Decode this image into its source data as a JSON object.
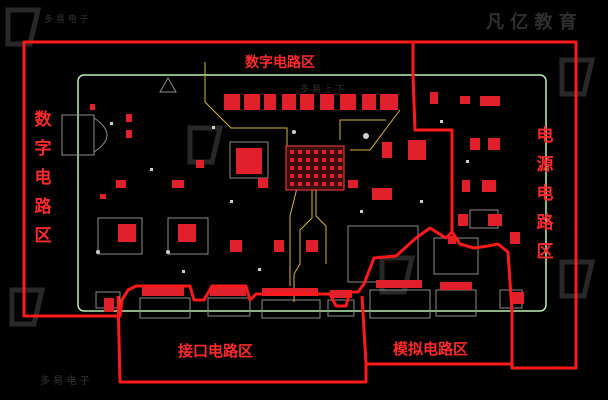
{
  "zones": {
    "digital_top": "数字电路区",
    "digital_left": "数字电路区",
    "power": "电源电路区",
    "interface": "接口电路区",
    "analog": "模拟电路区"
  },
  "colors": {
    "background": "#000000",
    "board_outline": "#b8f0b0",
    "zone_border": "#ff1a1a",
    "pad": "#e0202a",
    "silkscreen": "#9a9a9a",
    "trace": "#d9b23a",
    "watermark": "#3a3a3a"
  },
  "watermark": {
    "brand_cn": "多 易 电 子",
    "brand_en": "凡 亿 教 育"
  }
}
